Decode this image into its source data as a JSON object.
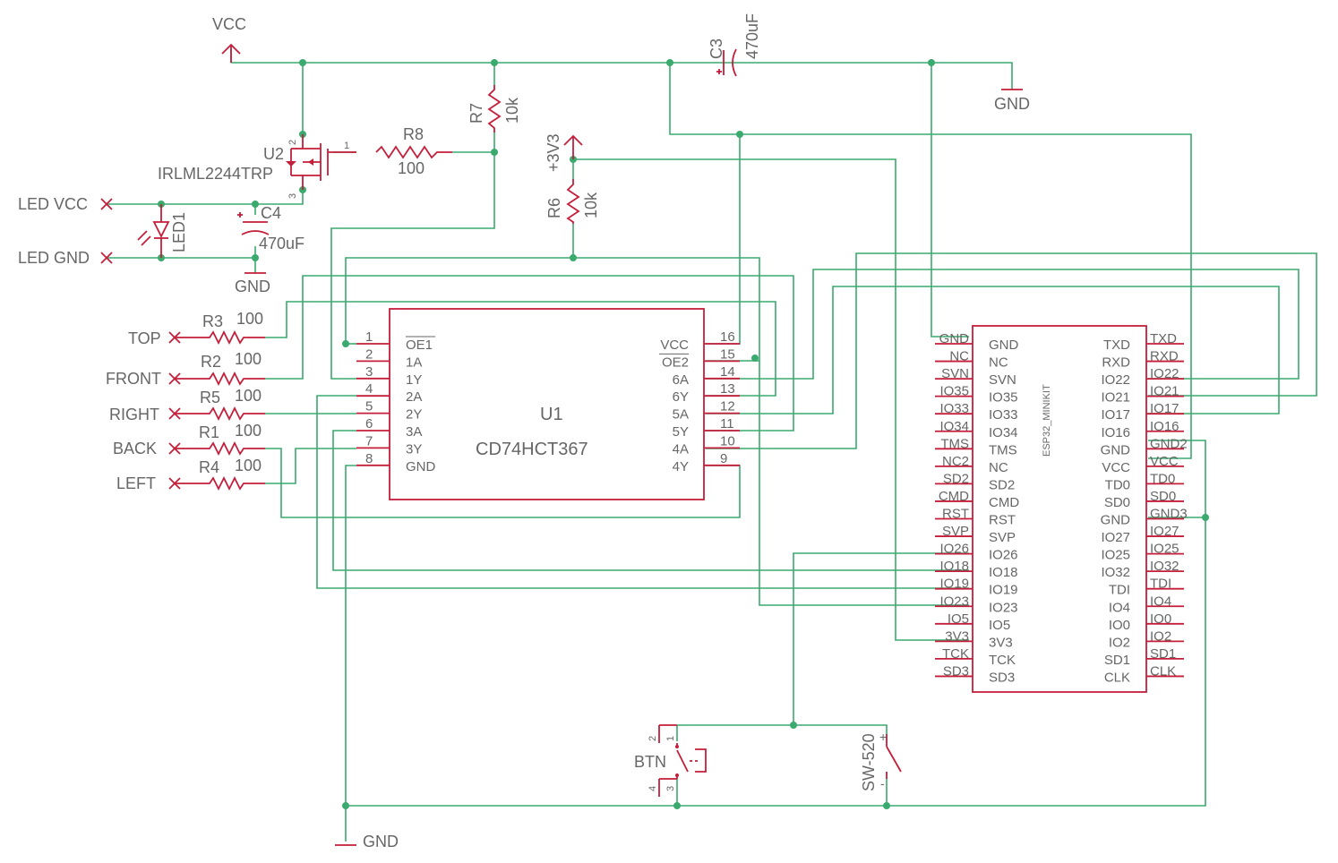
{
  "labels": {
    "vcc": "VCC",
    "gnd": "GND",
    "v3": "+3V3",
    "c3_name": "C3",
    "c3_value": "470uF",
    "c4_name": "C4",
    "c4_value": "470uF",
    "u2_name": "U2",
    "u2_part": "IRLML2244TRP",
    "r8_name": "R8",
    "r8_value": "100",
    "r7_name": "R7",
    "r7_value": "10k",
    "r6_name": "R6",
    "r6_value": "10k",
    "led1_name": "LED1",
    "led_vcc": "LED VCC",
    "led_gnd": "LED GND",
    "u1_name": "U1",
    "u1_part": "CD74HCT367",
    "esp32_name": "ESP32_MINIKIT",
    "btn": "BTN",
    "sw520": "SW-520"
  },
  "inputs": [
    {
      "label": "TOP",
      "res": "R3",
      "value": "100"
    },
    {
      "label": "FRONT",
      "res": "R2",
      "value": "100"
    },
    {
      "label": "RIGHT",
      "res": "R5",
      "value": "100"
    },
    {
      "label": "BACK",
      "res": "R1",
      "value": "100"
    },
    {
      "label": "LEFT",
      "res": "R4",
      "value": "100"
    }
  ],
  "u1": {
    "left": [
      {
        "num": "1",
        "name": "OE1",
        "bar": true
      },
      {
        "num": "2",
        "name": "1A"
      },
      {
        "num": "3",
        "name": "1Y"
      },
      {
        "num": "4",
        "name": "2A"
      },
      {
        "num": "5",
        "name": "2Y"
      },
      {
        "num": "6",
        "name": "3A"
      },
      {
        "num": "7",
        "name": "3Y"
      },
      {
        "num": "8",
        "name": "GND"
      }
    ],
    "right": [
      {
        "num": "16",
        "name": "VCC"
      },
      {
        "num": "15",
        "name": "OE2",
        "bar": true
      },
      {
        "num": "14",
        "name": "6A"
      },
      {
        "num": "13",
        "name": "6Y"
      },
      {
        "num": "12",
        "name": "5A"
      },
      {
        "num": "11",
        "name": "5Y"
      },
      {
        "num": "10",
        "name": "4A"
      },
      {
        "num": "9",
        "name": "4Y"
      }
    ]
  },
  "esp32": {
    "left_pins": [
      "GND",
      "NC",
      "SVN",
      "IO35",
      "IO33",
      "IO34",
      "TMS",
      "NC2",
      "SD2",
      "CMD",
      "RST",
      "SVP",
      "IO26",
      "IO18",
      "IO19",
      "IO23",
      "IO5",
      "3V3",
      "TCK",
      "SD3"
    ],
    "left_inner": [
      "GND",
      "NC",
      "SVN",
      "IO35",
      "IO33",
      "IO34",
      "TMS",
      "NC",
      "SD2",
      "CMD",
      "RST",
      "SVP",
      "IO26",
      "IO18",
      "IO19",
      "IO23",
      "IO5",
      "3V3",
      "TCK",
      "SD3"
    ],
    "right_inner": [
      "TXD",
      "RXD",
      "IO22",
      "IO21",
      "IO17",
      "IO16",
      "GND",
      "VCC",
      "TD0",
      "SD0",
      "GND",
      "IO27",
      "IO25",
      "IO32",
      "TDI",
      "IO4",
      "IO0",
      "IO2",
      "SD1",
      "CLK"
    ],
    "right_pins": [
      "TXD",
      "RXD",
      "IO22",
      "IO21",
      "IO17",
      "IO16",
      "GND2",
      "VCC",
      "TD0",
      "SD0",
      "GND3",
      "IO27",
      "IO25",
      "IO32",
      "TDI",
      "IO4",
      "IO0",
      "IO2",
      "SD1",
      "CLK"
    ]
  },
  "colors": {
    "wire": "#3aaa6e",
    "component": "#c41e3a",
    "text": "#666666"
  }
}
